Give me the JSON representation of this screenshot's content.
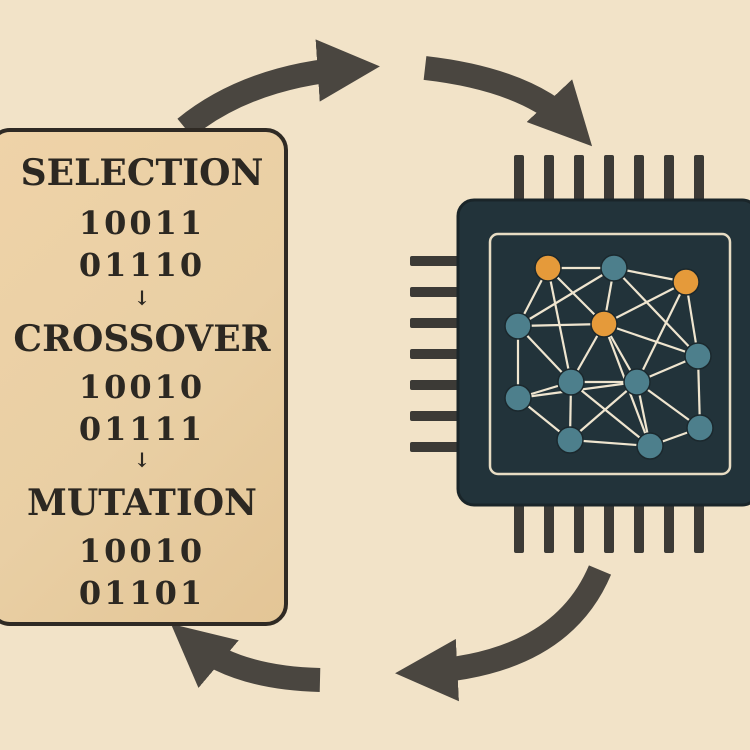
{
  "pipeline": {
    "stages": [
      {
        "title": "SELECTION",
        "bits": [
          "10011",
          "01110"
        ]
      },
      {
        "title": "CROSSOVER",
        "bits": [
          "10010",
          "01111"
        ]
      },
      {
        "title": "MUTATION",
        "bits": [
          "10010",
          "01101"
        ]
      }
    ],
    "step_arrow": "↓"
  },
  "chip": {
    "node_colors": {
      "orange": "#e59a3a",
      "teal": "#4d7f8c",
      "edge": "#efe5cf"
    }
  },
  "colors": {
    "background": "#f2e3c8",
    "panel": "#ebd0a6",
    "chip_body": "#22333a",
    "cycle_arrow": "#4a4640"
  }
}
